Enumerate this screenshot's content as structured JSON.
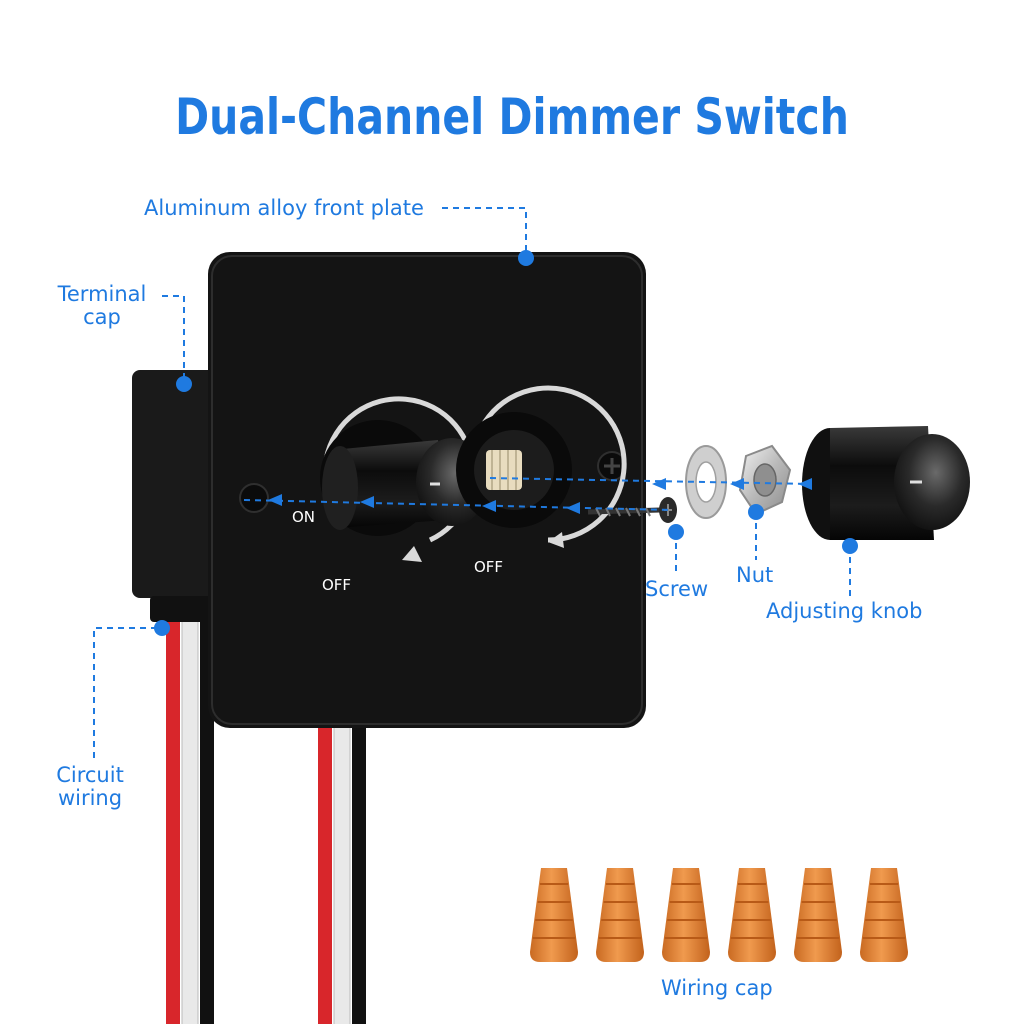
{
  "title": "Dual-Channel Dimmer Switch",
  "labels": {
    "front_plate": "Aluminum alloy front plate",
    "terminal_cap_line1": "Terminal",
    "terminal_cap_line2": "cap",
    "circuit_wiring_line1": "Circuit",
    "circuit_wiring_line2": "wiring",
    "screw": "Screw",
    "nut": "Nut",
    "adjusting_knob": "Adjusting knob",
    "wiring_cap": "Wiring cap"
  },
  "dial_marks": {
    "on": "ON",
    "off_left": "OFF",
    "off_right": "OFF"
  },
  "colors": {
    "accent": "#1f7ae0",
    "plate": "#141414",
    "wire_red": "#d8262b",
    "wire_white": "#e8e8e8",
    "wire_black": "#111111",
    "wiring_cap": "#e8873a"
  },
  "wiring_cap_count": 6
}
